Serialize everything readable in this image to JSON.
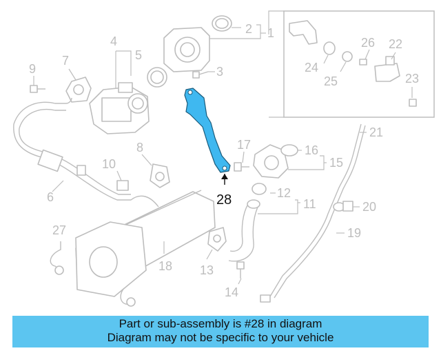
{
  "callouts": {
    "c1": "1",
    "c2": "2",
    "c3": "3",
    "c4": "4",
    "c5": "5",
    "c6": "6",
    "c7": "7",
    "c8": "8",
    "c9": "9",
    "c10": "10",
    "c11": "11",
    "c12": "12",
    "c13": "13",
    "c14": "14",
    "c15": "15",
    "c16": "16",
    "c17": "17",
    "c18": "18",
    "c19": "19",
    "c20": "20",
    "c21": "21",
    "c22": "22",
    "c23": "23",
    "c24": "24",
    "c25": "25",
    "c26": "26",
    "c27": "27",
    "c28": "28"
  },
  "highlight": {
    "part": "28",
    "color": "#3fb8f0"
  },
  "banner": {
    "line1": "Part or sub-assembly is #28 in diagram",
    "line2": "Diagram may not be specific to your vehicle",
    "color": "#5cc5f0"
  }
}
